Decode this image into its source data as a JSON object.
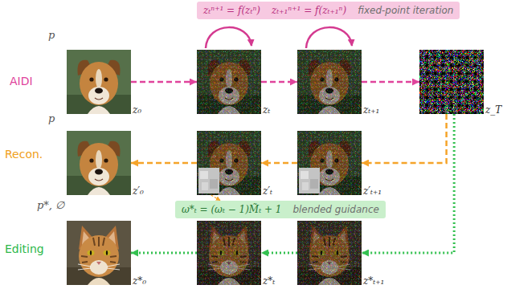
{
  "diagram": {
    "nodes": [
      {
        "text": [
          "zₜⁿ⁺¹ = f(zₜⁿ)",
          "zₜ₊₁ⁿ⁺¹ = f(zₜ₊₁ⁿ)",
          "fixed-point iteration"
        ]
      },
      {
        "text": [
          "z₀"
        ]
      },
      {
        "text": [
          "zₜ"
        ]
      },
      {
        "text": [
          "zₜ₊₁"
        ]
      },
      {
        "text": [
          "z_T"
        ]
      },
      {
        "text": [
          "z′₀"
        ]
      },
      {
        "text": [
          "z′ₜ"
        ]
      },
      {
        "text": [
          "z′ₜ₊₁"
        ]
      },
      {
        "text": [
          "ω*ₜ = (ωₜ − 1)M̃ₜ + 1",
          "blended guidance"
        ]
      },
      {
        "text": [
          "z*₀"
        ]
      },
      {
        "text": [
          "z*ₜ"
        ]
      },
      {
        "text": [
          "z*ₜ₊₁"
        ]
      }
    ],
    "edges": [
      {
        "from": 1,
        "to": 2,
        "arrow": "to"
      },
      {
        "from": 2,
        "to": 3,
        "arrow": "to"
      },
      {
        "from": 3,
        "to": 4,
        "arrow": "to"
      },
      {
        "from": 4,
        "to": 11,
        "arrow": "to"
      },
      {
        "from": 4,
        "to": 7,
        "arrow": "to"
      },
      {
        "from": 7,
        "to": 6,
        "arrow": "to"
      },
      {
        "from": 6,
        "to": 5,
        "arrow": "to"
      },
      {
        "from": 6,
        "to": 8,
        "arrow": "to"
      },
      {
        "from": 11,
        "to": 10,
        "arrow": "to"
      },
      {
        "from": 10,
        "to": 9,
        "arrow": "to"
      }
    ],
    "labels": [
      "p",
      "AIDI",
      "p",
      "Recon.",
      "p*, ∅",
      "Editing"
    ]
  }
}
